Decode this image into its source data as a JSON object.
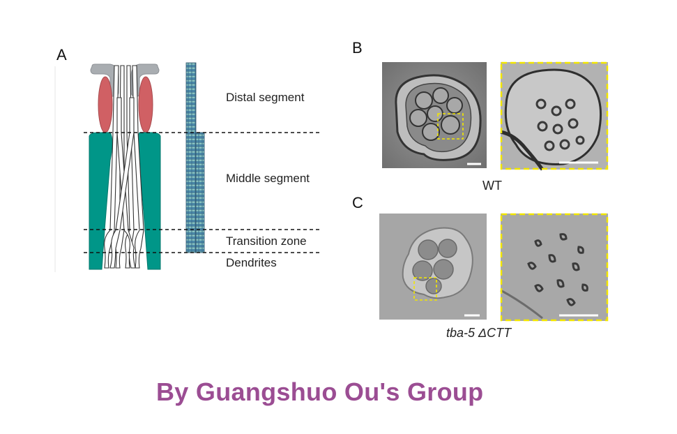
{
  "panels": {
    "a": "A",
    "b": "B",
    "c": "C"
  },
  "segments": {
    "distal": "Distal segment",
    "middle": "Middle segment",
    "transition": "Transition zone",
    "dendrites": "Dendrites"
  },
  "captions": {
    "wt": "WT",
    "mutant": "tba-5 ΔCTT"
  },
  "credit": "By Guangshuo Ou's Group",
  "colors": {
    "teal": "#009688",
    "red_cap": "#d06064",
    "gray_cap": "#a9adb1",
    "highlight_yellow": "#f2e600",
    "credit_purple": "#9b4d93"
  }
}
